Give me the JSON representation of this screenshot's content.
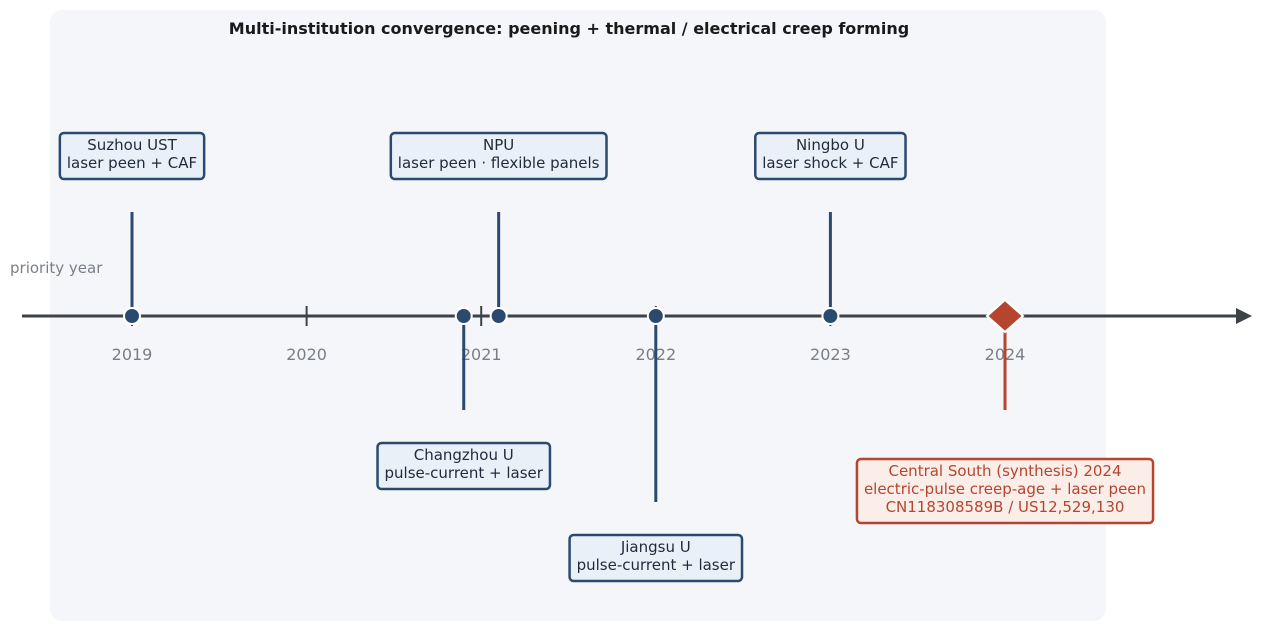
{
  "title": "Multi-institution convergence:  peening + thermal / electrical creep forming",
  "axis": {
    "label": "priority year",
    "ticks": [
      "2019",
      "2020",
      "2021",
      "2022",
      "2023",
      "2024"
    ],
    "min": 2018.3,
    "max": 2025.3
  },
  "colors": {
    "axis": "#3d4148",
    "event": "#2b4a6f",
    "event_fill": "#eaf0f8",
    "highlight": "#b5452f",
    "highlight_fill": "#fbeee9",
    "panel": "#f4f6f9"
  },
  "events": [
    {
      "year": 2019.0,
      "side": "above",
      "level": 1,
      "lines": [
        "Suzhou UST",
        "laser peen + CAF"
      ]
    },
    {
      "year": 2021.1,
      "side": "above",
      "level": 1,
      "lines": [
        "NPU",
        "laser peen · flexible panels"
      ]
    },
    {
      "year": 2023.0,
      "side": "above",
      "level": 1,
      "lines": [
        "Ningbo U",
        "laser shock + CAF"
      ]
    },
    {
      "year": 2020.9,
      "side": "below",
      "level": 1,
      "lines": [
        "Changzhou U",
        "pulse-current + laser"
      ]
    },
    {
      "year": 2022.0,
      "side": "below",
      "level": 2,
      "lines": [
        "Jiangsu U",
        "pulse-current + laser"
      ]
    },
    {
      "year": 2024.0,
      "side": "below",
      "level": 1,
      "highlight": true,
      "lines": [
        "Central South (synthesis) 2024",
        "electric-pulse creep-age + laser peen",
        "CN118308589B / US12,529,130"
      ]
    }
  ]
}
